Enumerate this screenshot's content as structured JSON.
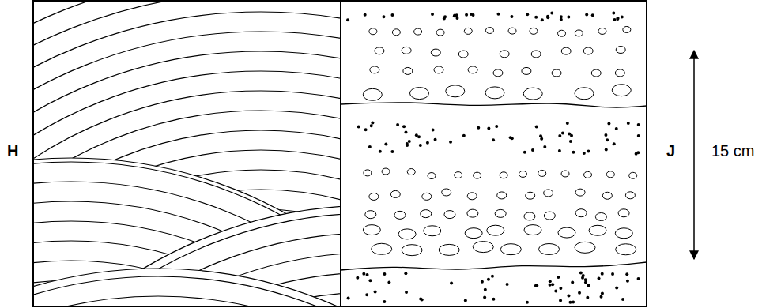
{
  "diagram": {
    "labels": [
      "H",
      "J",
      "15 cm"
    ]
  }
}
